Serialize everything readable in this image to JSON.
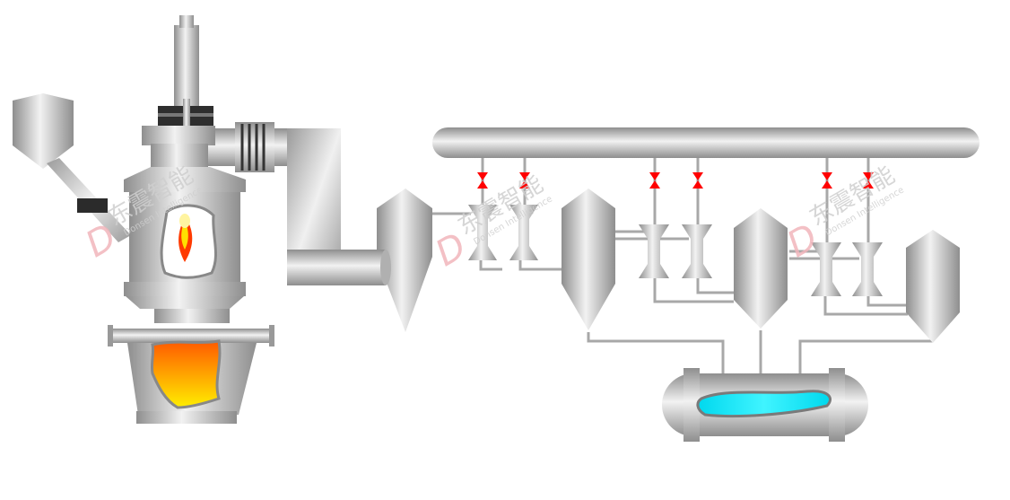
{
  "diagram": {
    "watermark": {
      "brand_cn": "东震智能",
      "brand_en": "Donsen Intelligence",
      "logo_letter": "D"
    },
    "colors": {
      "steel_light": "#eeeeee",
      "steel_mid": "#c4c4c4",
      "steel_dark": "#8e8e8e",
      "flame_outer": "#ff3a00",
      "flame_inner": "#ffe000",
      "molten_top": "#ff5a00",
      "molten_bottom": "#ffee00",
      "valve_red": "#ff0000",
      "liquid_cyan": "#00e8f2",
      "watermark_pink": "#f2b6bc",
      "watermark_grey": "#cfcfcf"
    },
    "components": [
      {
        "id": "feed-hopper",
        "kind": "hopper"
      },
      {
        "id": "atomizing-lance",
        "kind": "lance"
      },
      {
        "id": "atomization-chamber",
        "kind": "vessel"
      },
      {
        "id": "tundish-ladle",
        "kind": "ladle"
      },
      {
        "id": "expansion-joint",
        "kind": "bellows"
      },
      {
        "id": "cyclone-1",
        "kind": "cyclone"
      },
      {
        "id": "cyclone-2",
        "kind": "cyclone"
      },
      {
        "id": "cyclone-3",
        "kind": "cyclone"
      },
      {
        "id": "cyclone-4",
        "kind": "cyclone"
      },
      {
        "id": "gas-header",
        "kind": "pipe"
      },
      {
        "id": "collection-tank",
        "kind": "tank"
      }
    ],
    "valves": [
      {
        "id": "valve-1"
      },
      {
        "id": "valve-2"
      },
      {
        "id": "valve-3"
      },
      {
        "id": "valve-4"
      },
      {
        "id": "valve-5"
      },
      {
        "id": "valve-6"
      }
    ]
  }
}
